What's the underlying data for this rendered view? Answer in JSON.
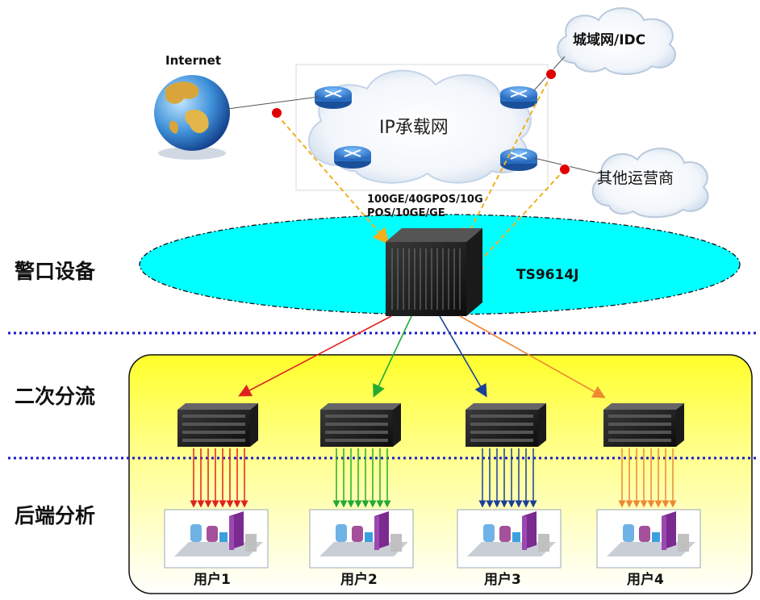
{
  "layers": {
    "top": "警口设备",
    "middle": "二次分流",
    "bottom": "后端分析"
  },
  "network": {
    "internet": "Internet",
    "carrier_network": "IP承载网",
    "metro_idc": "城域网/IDC",
    "other_operators": "其他运营商",
    "link_line1": "100GE/40GPOS/10G",
    "link_line2": "POS/10GE/GE",
    "device_model": "TS9614J"
  },
  "users": [
    "用户1",
    "用户2",
    "用户3",
    "用户4"
  ],
  "colors": {
    "ellipse": "#00ffff",
    "zone_top": "#ffff33",
    "separator": "#1a1acc",
    "arrow_red": "#e02020",
    "arrow_green": "#22aa33",
    "arrow_blue": "#1a3f99",
    "arrow_orange": "#ee8833",
    "tap_link": "#f0b020",
    "router": "#2a7fd4",
    "link_dot": "#e00000"
  }
}
